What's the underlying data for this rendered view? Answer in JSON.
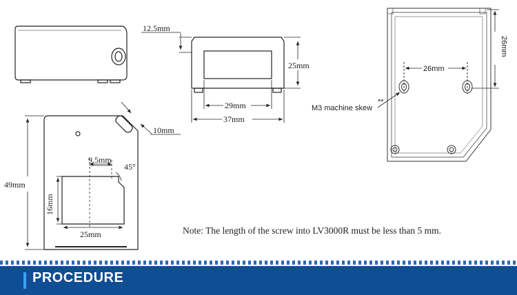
{
  "dimensions": {
    "top_height": "12.5mm",
    "height": "25mm",
    "window_width": "29mm",
    "total_width": "37mm",
    "depth": "49mm",
    "corner": "10mm",
    "offset": "9.5mm",
    "angle": "45°",
    "window_height": "16mm",
    "window_len": "25mm",
    "hole_spacing": "26mm",
    "back_height": "26mm"
  },
  "labels": {
    "screw": "M3 machine skew",
    "stars": "**"
  },
  "note": "Note: The length of the screw into LV3000R must be less than 5 mm.",
  "banner": {
    "title": "PROCEDURE",
    "color": "#0f4d95",
    "accent": "#3aa0ff"
  }
}
